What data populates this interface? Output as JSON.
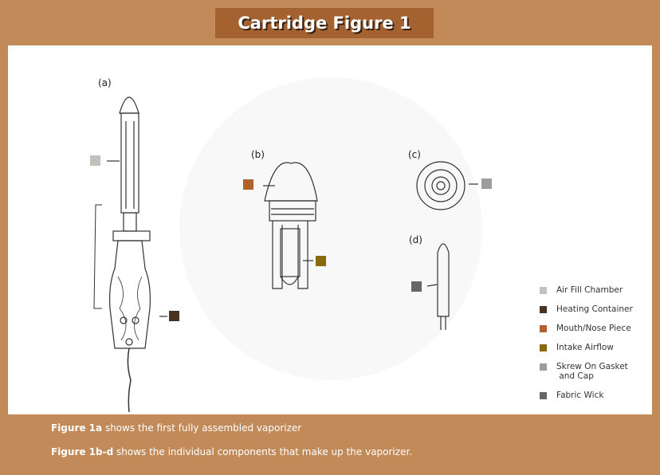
{
  "title": "Cartridge Figure 1",
  "figure_labels": {
    "a": "(a)",
    "b": "(b)",
    "c": "(c)",
    "d": "(d)"
  },
  "legend": [
    {
      "label": "Air Fill Chamber",
      "color": "#c2c2bd"
    },
    {
      "label": "Heating Container",
      "color": "#4a3222"
    },
    {
      "label": "Mouth/Nose Piece",
      "color": "#b3602f"
    },
    {
      "label": "Intake Airflow",
      "color": "#8a6a0e"
    },
    {
      "label": "Skrew On Gasket\n and Cap",
      "color": "#9c9c9c"
    },
    {
      "label": "Fabric Wick",
      "color": "#666666"
    }
  ],
  "captions": [
    {
      "bold": "Figure 1a",
      "text": " shows the first fully assembled vaporizer"
    },
    {
      "bold": "Figure 1b-d",
      "text": " shows the individual components that make up the vaporizer."
    }
  ],
  "colors": {
    "background": "#c38a59",
    "title_box": "#a3622f"
  }
}
